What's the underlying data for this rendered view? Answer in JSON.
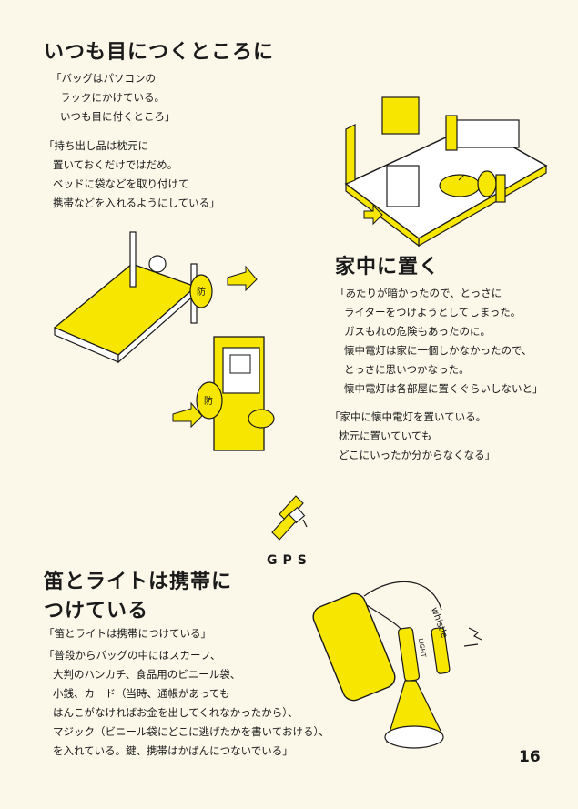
{
  "sections": {
    "s1": {
      "title": "いつも目につくところに",
      "quote1": [
        "「バッグはパソコンの",
        "ラックにかけている。",
        "いつも目に付くところ」"
      ],
      "quote2": [
        "「持ち出し品は枕元に",
        "置いておくだけではだめ。",
        "ベッドに袋などを取り付けて",
        "携帯などを入れるようにしている」"
      ]
    },
    "s2": {
      "title": "家中に置く",
      "quote1": [
        "「あたりが暗かったので、とっさに",
        "ライターをつけようとしてしまった。",
        "ガスもれの危険もあったのに。",
        "懐中電灯は家に一個しかなかったので、",
        "とっさに思いつかなった。",
        "懐中電灯は各部屋に置くぐらいしないと」"
      ],
      "quote2": [
        "「家中に懐中電灯を置いている。",
        "枕元に置いていても",
        "どこにいったか分からなくなる」"
      ]
    },
    "s3": {
      "title_lines": [
        "笛とライトは携帯に",
        "つけている"
      ],
      "quote1": [
        "「笛とライトは携帯につけている」"
      ],
      "quote2": [
        "「普段からバッグの中にはスカーフ、",
        "大判のハンカチ、食品用のビニール袋、",
        "小銭、カード（当時、通帳があっても",
        "はんこがなければお金を出してくれなかったから）、",
        "マジック（ビニール袋にどこに逃げたかを書いておける）、",
        "を入れている。鍵、携帯はかばんにつないでいる」"
      ]
    }
  },
  "illustrations": {
    "bag_label": "防",
    "gps_label": "GPS",
    "whistle_label": "whistle",
    "light_label": "LIGHT"
  },
  "page_number": "16",
  "colors": {
    "accent": "#f6e600",
    "background": "#fbf8ea",
    "ink": "#1a1a1a"
  }
}
